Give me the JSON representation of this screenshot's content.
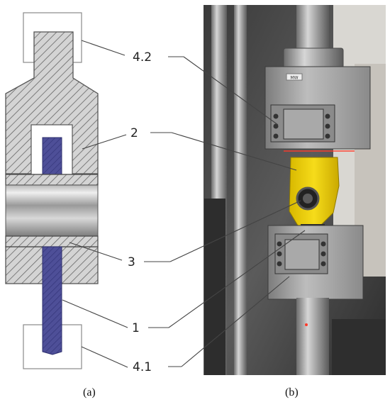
{
  "figure": {
    "callouts": {
      "c42": "4.2",
      "c2": "2",
      "c3": "3",
      "c1": "1",
      "c41": "4.1"
    },
    "captions": {
      "a": "(a)",
      "b": "(b)"
    },
    "photo_badge": "MW"
  }
}
